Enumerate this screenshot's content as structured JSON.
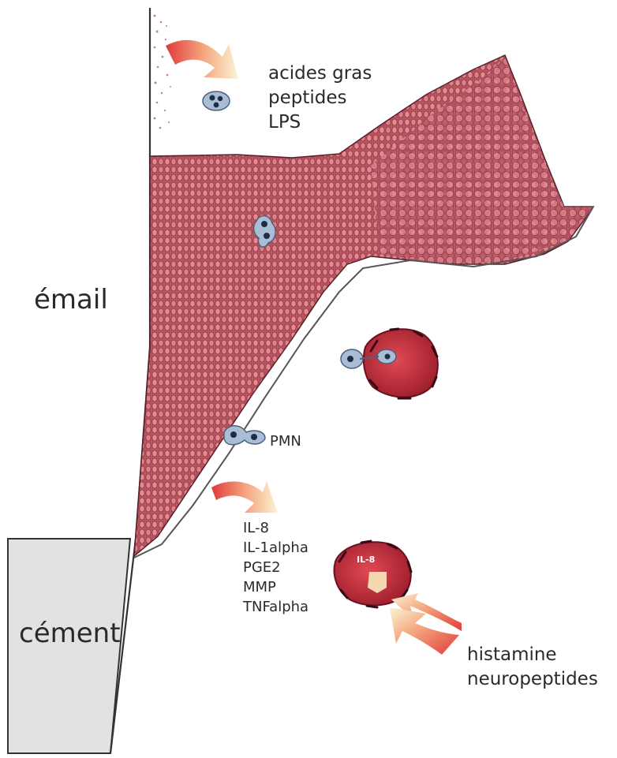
{
  "labels": {
    "email": "émail",
    "cement": "cément",
    "top_products": [
      "acides gras",
      "peptides",
      "LPS"
    ],
    "pmn": "PMN",
    "mediators": [
      "IL-8",
      "IL-1alpha",
      "PGE2",
      "MMP",
      "TNFalpha"
    ],
    "mast_cell_label": "IL-8",
    "bottom_stimuli": [
      "histamine",
      "neuropeptides"
    ]
  },
  "colors": {
    "epithelium": "#d9757f",
    "cell_outline": "#6e2a33",
    "enamel_edge": "#333333",
    "cement_fill": "#e2e2e2",
    "leukocyte": "#8aa4c2",
    "mast_cell": "#c9323f",
    "arrow_start": "#e03a3a",
    "arrow_end": "#fbf4d2"
  }
}
